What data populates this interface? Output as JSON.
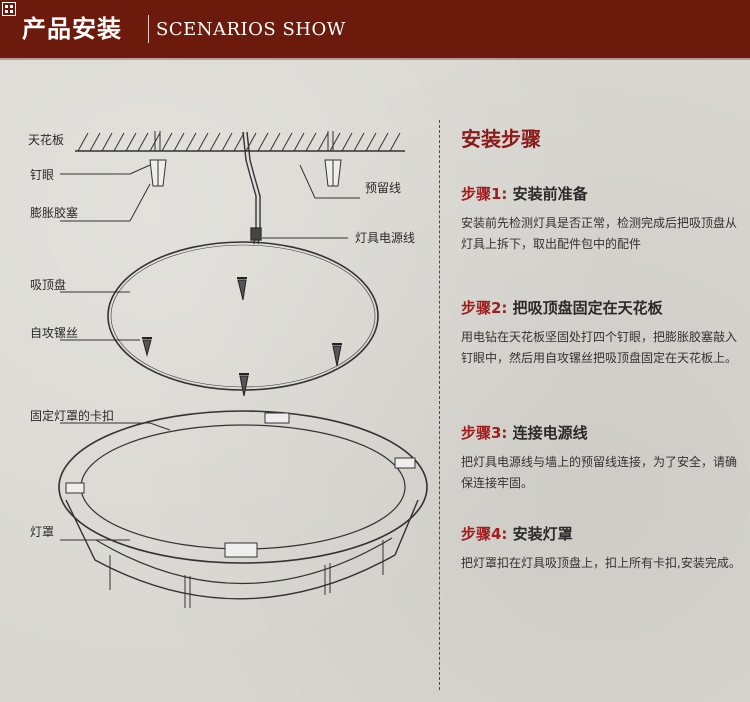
{
  "header": {
    "title": "产品安装",
    "subtitle": "SCENARIOS SHOW"
  },
  "labels": {
    "ceiling": "天花板",
    "nail_hole": "钉眼",
    "anchor": "膨胀胶塞",
    "reserved_wire": "预留线",
    "power_wire": "灯具电源线",
    "base_plate": "吸顶盘",
    "screw": "自攻镙丝",
    "clip": "固定灯罩的卡扣",
    "shade": "灯罩"
  },
  "steps": {
    "title": "安装步骤",
    "items": [
      {
        "num": "步骤1:",
        "title": "安装前准备",
        "body": "安装前先检测灯具是否正常，检测完成后把吸顶盘从灯具上拆下，取出配件包中的配件"
      },
      {
        "num": "步骤2:",
        "title": "把吸顶盘固定在天花板",
        "body": "用电钻在天花板坚固处打四个钉眼，把膨胀胶塞敲入钉眼中，然后用自攻镙丝把吸顶盘固定在天花板上。"
      },
      {
        "num": "步骤3:",
        "title": "连接电源线",
        "body": "把灯具电源线与墙上的预留线连接，为了安全，请确保连接牢固。"
      },
      {
        "num": "步骤4:",
        "title": "安装灯罩",
        "body": "把灯罩扣在灯具吸顶盘上，扣上所有卡扣,安装完成。"
      }
    ]
  },
  "colors": {
    "header_bg": "#6b1a0c",
    "accent": "#a01e1e",
    "background": "#d8d7d1"
  }
}
